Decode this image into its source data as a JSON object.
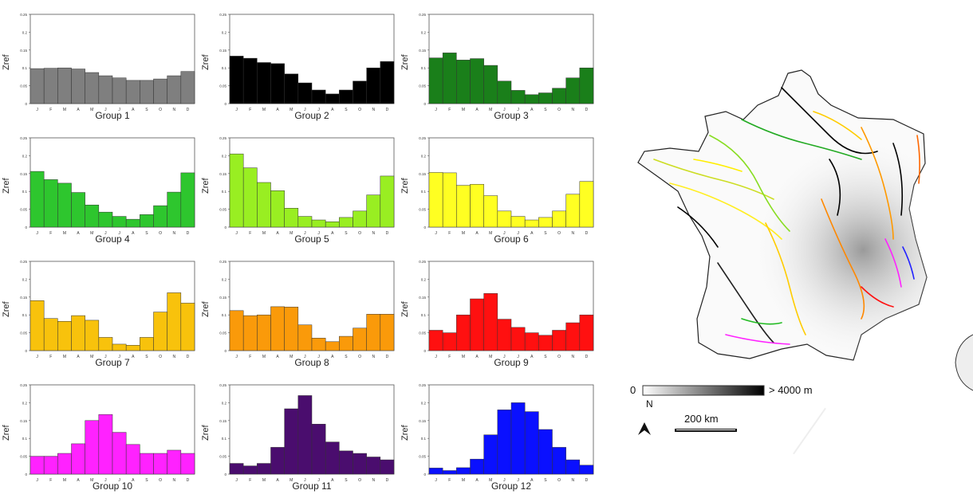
{
  "chart_data": {
    "type": "bar",
    "categories": [
      "J",
      "F",
      "M",
      "A",
      "M",
      "J",
      "J",
      "A",
      "S",
      "O",
      "N",
      "D"
    ],
    "ylabel": "Zref",
    "ylim": [
      0,
      0.25
    ],
    "yticks": [
      "0",
      "0.05",
      "0.1",
      "0.15",
      "0.2",
      "0.25"
    ],
    "groups": [
      {
        "name": "Group 1",
        "color": "#7f7f7f",
        "values": [
          0.098,
          0.099,
          0.1,
          0.097,
          0.087,
          0.078,
          0.072,
          0.065,
          0.065,
          0.069,
          0.078,
          0.09
        ]
      },
      {
        "name": "Group 2",
        "color": "#000000",
        "values": [
          0.133,
          0.127,
          0.115,
          0.112,
          0.083,
          0.058,
          0.038,
          0.027,
          0.038,
          0.063,
          0.1,
          0.118
        ]
      },
      {
        "name": "Group 3",
        "color": "#1a7f1a",
        "values": [
          0.128,
          0.142,
          0.122,
          0.126,
          0.107,
          0.063,
          0.037,
          0.025,
          0.03,
          0.043,
          0.072,
          0.1
        ]
      },
      {
        "name": "Group 4",
        "color": "#2ec62e",
        "values": [
          0.156,
          0.133,
          0.123,
          0.097,
          0.062,
          0.042,
          0.03,
          0.022,
          0.035,
          0.06,
          0.098,
          0.152
        ]
      },
      {
        "name": "Group 5",
        "color": "#99ee22",
        "values": [
          0.205,
          0.166,
          0.125,
          0.102,
          0.053,
          0.03,
          0.02,
          0.015,
          0.027,
          0.045,
          0.09,
          0.143
        ]
      },
      {
        "name": "Group 6",
        "color": "#ffff22",
        "values": [
          0.153,
          0.152,
          0.117,
          0.12,
          0.088,
          0.045,
          0.03,
          0.02,
          0.027,
          0.045,
          0.092,
          0.128
        ]
      },
      {
        "name": "Group 7",
        "color": "#f8c20c",
        "values": [
          0.14,
          0.09,
          0.082,
          0.098,
          0.085,
          0.037,
          0.018,
          0.015,
          0.037,
          0.108,
          0.162,
          0.133
        ]
      },
      {
        "name": "Group 8",
        "color": "#fa9a0a",
        "values": [
          0.112,
          0.098,
          0.1,
          0.123,
          0.122,
          0.072,
          0.035,
          0.025,
          0.04,
          0.063,
          0.102,
          0.102
        ]
      },
      {
        "name": "Group 9",
        "color": "#ff1010",
        "values": [
          0.057,
          0.05,
          0.1,
          0.145,
          0.16,
          0.088,
          0.065,
          0.05,
          0.043,
          0.057,
          0.078,
          0.1
        ]
      },
      {
        "name": "Group 10",
        "color": "#ff22ff",
        "values": [
          0.05,
          0.05,
          0.058,
          0.085,
          0.15,
          0.167,
          0.117,
          0.083,
          0.058,
          0.058,
          0.067,
          0.058
        ]
      },
      {
        "name": "Group 11",
        "color": "#4a0d6e",
        "values": [
          0.03,
          0.023,
          0.03,
          0.075,
          0.183,
          0.22,
          0.14,
          0.09,
          0.065,
          0.058,
          0.048,
          0.04
        ]
      },
      {
        "name": "Group 12",
        "color": "#0a10ff",
        "values": [
          0.017,
          0.01,
          0.018,
          0.042,
          0.11,
          0.18,
          0.2,
          0.175,
          0.125,
          0.075,
          0.04,
          0.025
        ]
      }
    ]
  },
  "map": {
    "legend_min": "0",
    "legend_max": "> 4000 m",
    "north": "N",
    "scale": "200 km"
  }
}
